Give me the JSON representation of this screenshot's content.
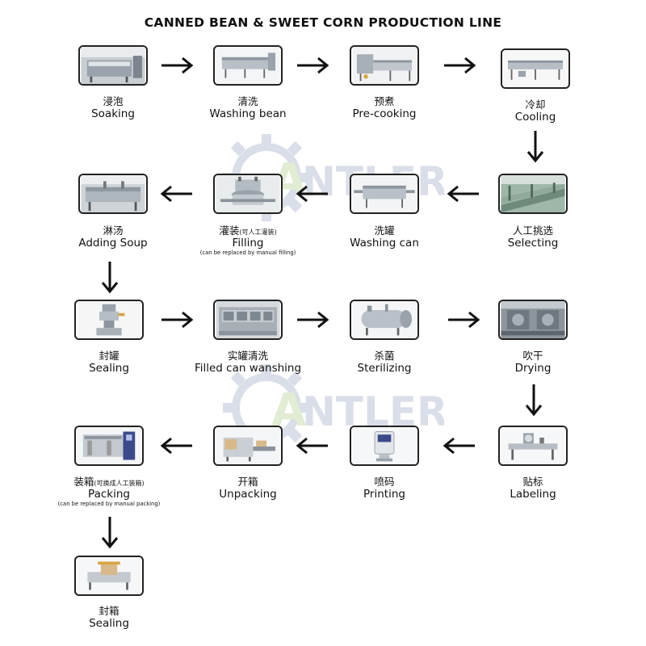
{
  "title": "CANNED BEAN & SWEET CORN PRODUCTION LINE",
  "watermark": "ANTLER",
  "steps": [
    {
      "cn": "浸泡",
      "en": "Soaking"
    },
    {
      "cn": "清洗",
      "en": "Washing bean"
    },
    {
      "cn": "预煮",
      "en": "Pre-cooking"
    },
    {
      "cn": "冷却",
      "en": "Cooling"
    },
    {
      "cn": "人工挑选",
      "en": "Selecting"
    },
    {
      "cn": "洗罐",
      "en": "Washing can"
    },
    {
      "cn": "灌装",
      "cn_note": "(可人工灌装)",
      "en": "Filling",
      "note": "(can be replaced by manual filling)"
    },
    {
      "cn": "淋汤",
      "en": "Adding Soup"
    },
    {
      "cn": "封罐",
      "en": "Sealing"
    },
    {
      "cn": "实罐清洗",
      "en": "Filled can wanshing"
    },
    {
      "cn": "杀菌",
      "en": "Sterilizing"
    },
    {
      "cn": "吹干",
      "en": "Drying"
    },
    {
      "cn": "贴标",
      "en": "Labeling"
    },
    {
      "cn": "喷码",
      "en": "Printing"
    },
    {
      "cn": "开箱",
      "en": "Unpacking"
    },
    {
      "cn": "装箱",
      "cn_note": "(可换成人工装箱)",
      "en": "Packing",
      "note": "(can be replaced by manual packing)"
    },
    {
      "cn": "封箱",
      "en": "Sealing"
    }
  ]
}
